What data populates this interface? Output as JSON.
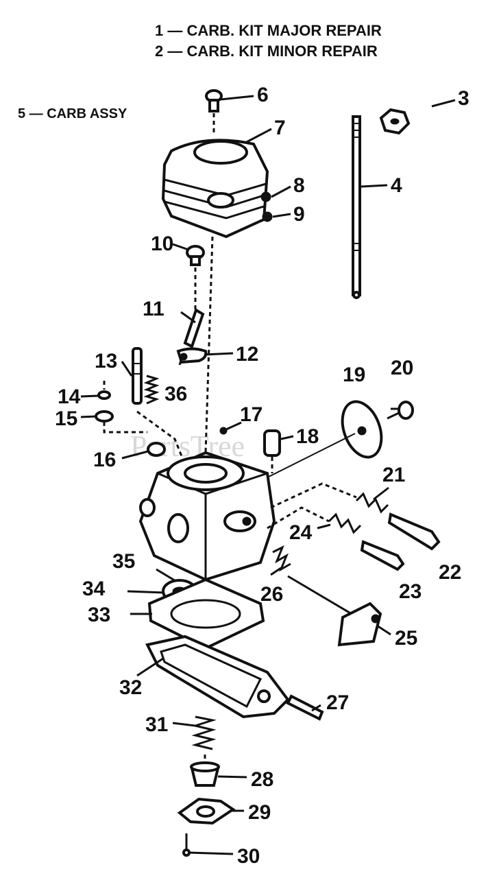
{
  "legend": {
    "line1": "1 — CARB. KIT MAJOR REPAIR",
    "line2": "2 — CARB. KIT MINOR REPAIR",
    "line3": "5 — CARB ASSY"
  },
  "watermark": "PartsTree",
  "callouts": [
    "3",
    "4",
    "6",
    "7",
    "8",
    "9",
    "10",
    "11",
    "12",
    "13",
    "14",
    "15",
    "16",
    "17",
    "18",
    "19",
    "20",
    "21",
    "22",
    "23",
    "24",
    "25",
    "26",
    "27",
    "28",
    "29",
    "30",
    "31",
    "32",
    "33",
    "34",
    "35",
    "36"
  ]
}
